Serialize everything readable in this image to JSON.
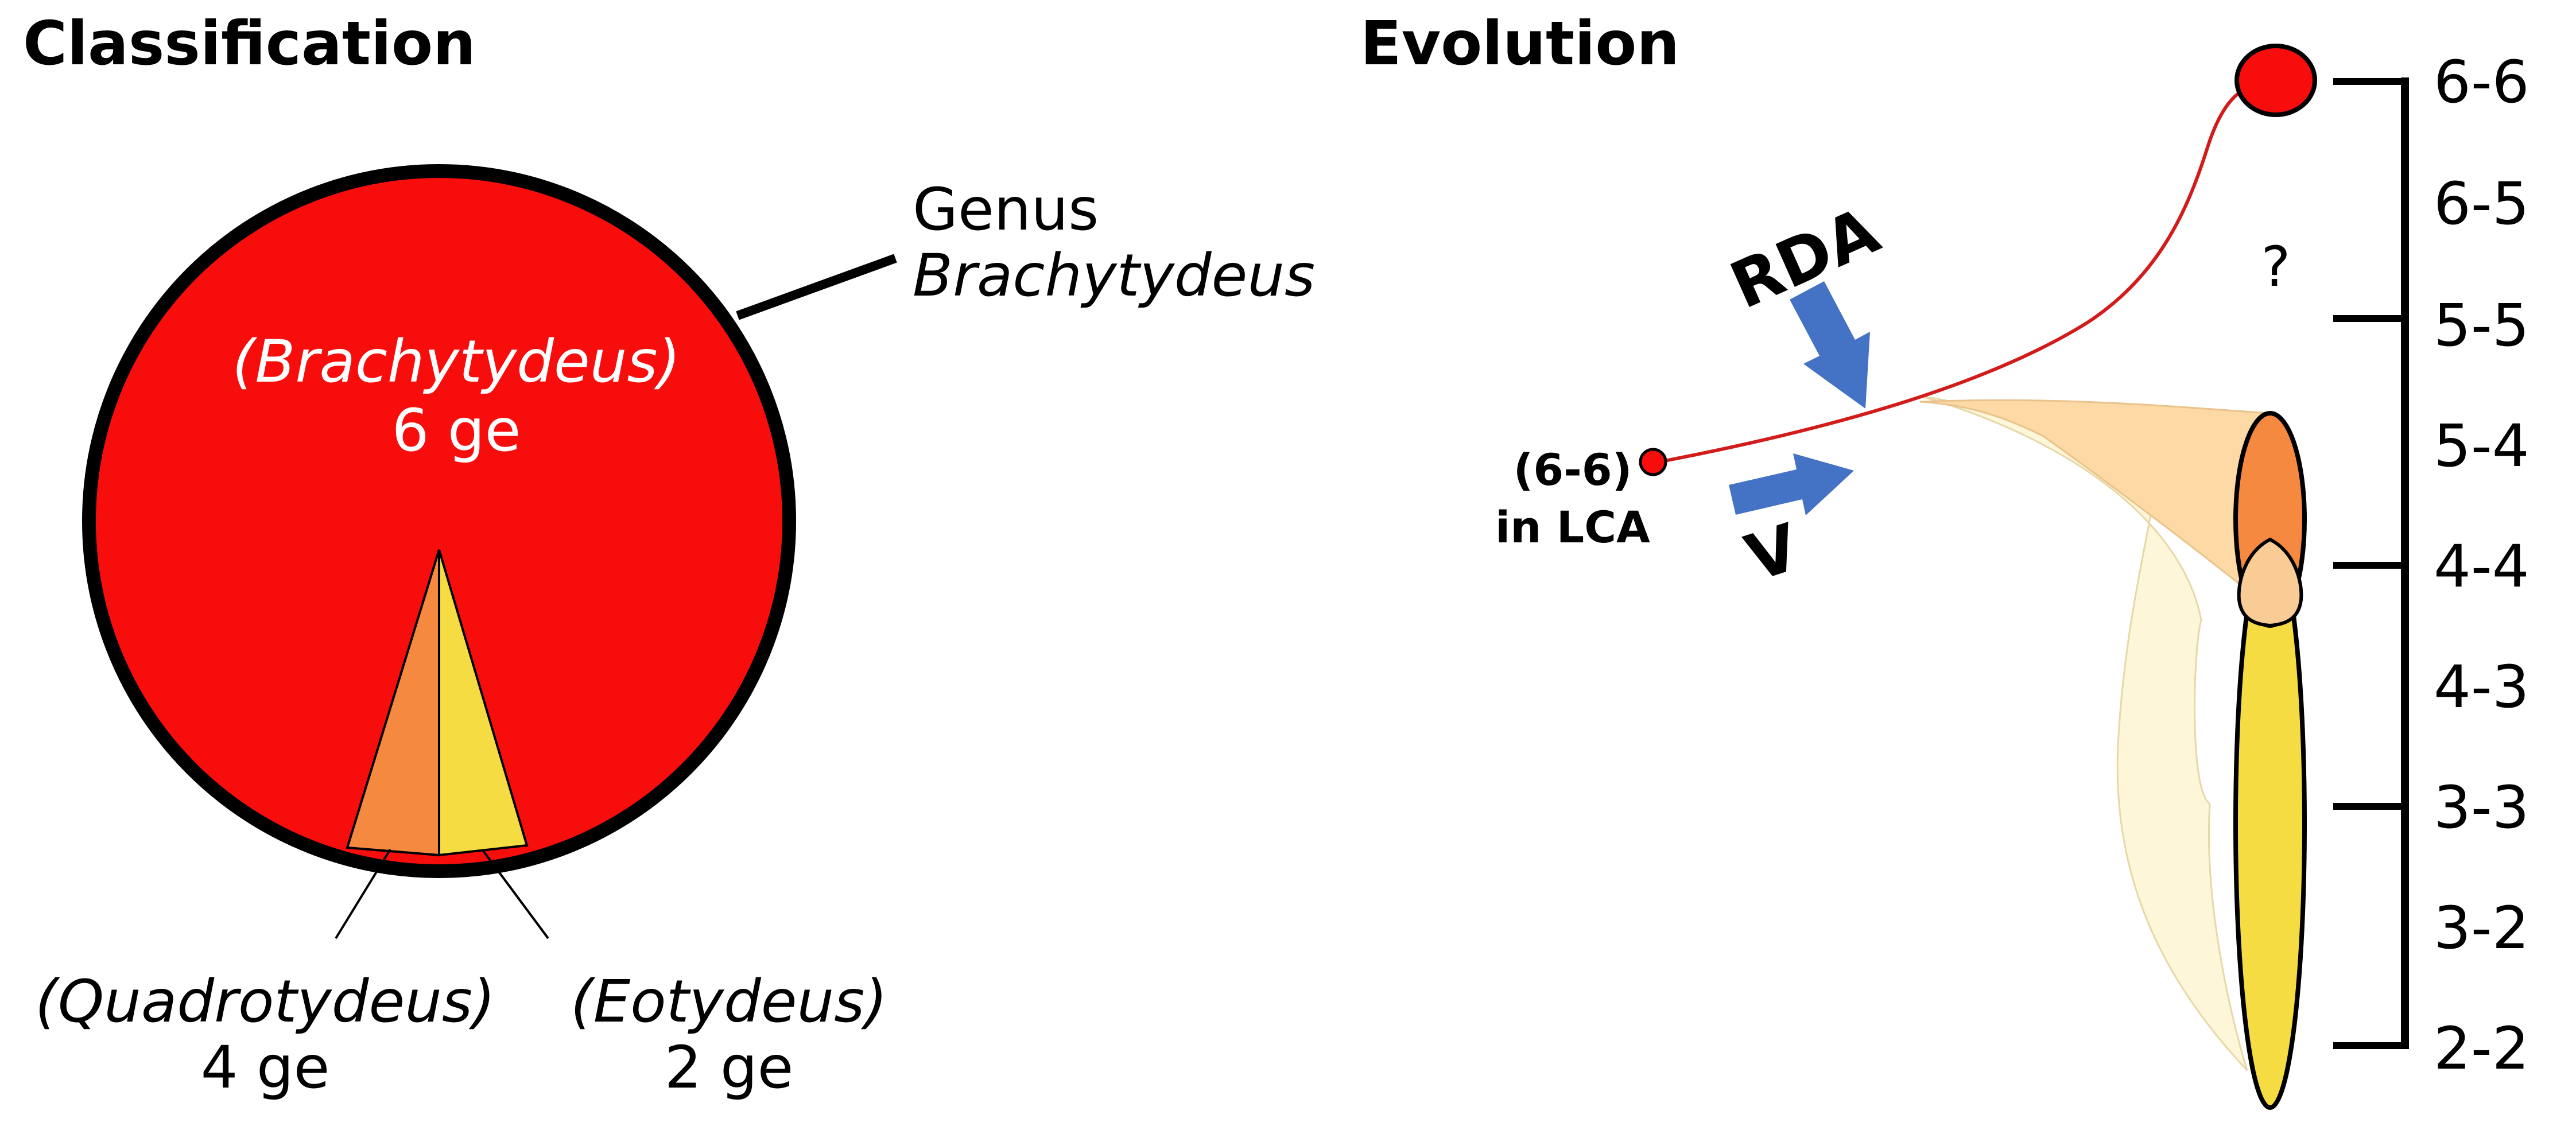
{
  "panels": {
    "classification": {
      "title": "Classification",
      "genus_label": "Genus",
      "genus_name": "Brachytydeus",
      "slices": [
        {
          "label": "(Brachytydeus)",
          "count": "6 ge",
          "color": "#f80d0d"
        },
        {
          "label": "(Quadrotydeus)",
          "count": "4 ge",
          "color": "#f5893f"
        },
        {
          "label": "(Eotydeus)",
          "count": "2 ge",
          "color": "#f4dc42"
        }
      ]
    },
    "evolution": {
      "title": "Evolution",
      "ancestor_label_1": "(6-6)",
      "ancestor_label_2": "in LCA",
      "arrow_rda": "RDA",
      "arrow_v": "V",
      "question_mark": "?",
      "scale_labels": [
        "6-6",
        "6-5",
        "5-5",
        "5-4",
        "4-4",
        "4-3",
        "3-3",
        "3-2",
        "2-2"
      ],
      "colors": {
        "red_node": "#f80d0d",
        "red_line": "#d21c1c",
        "orange": "#f5893f",
        "yellow": "#f4dc42",
        "light_orange_fan": "#fcd9a5",
        "pale_yellow_fan": "#fdf6d8",
        "blue_arrow": "#4472c4"
      }
    }
  }
}
